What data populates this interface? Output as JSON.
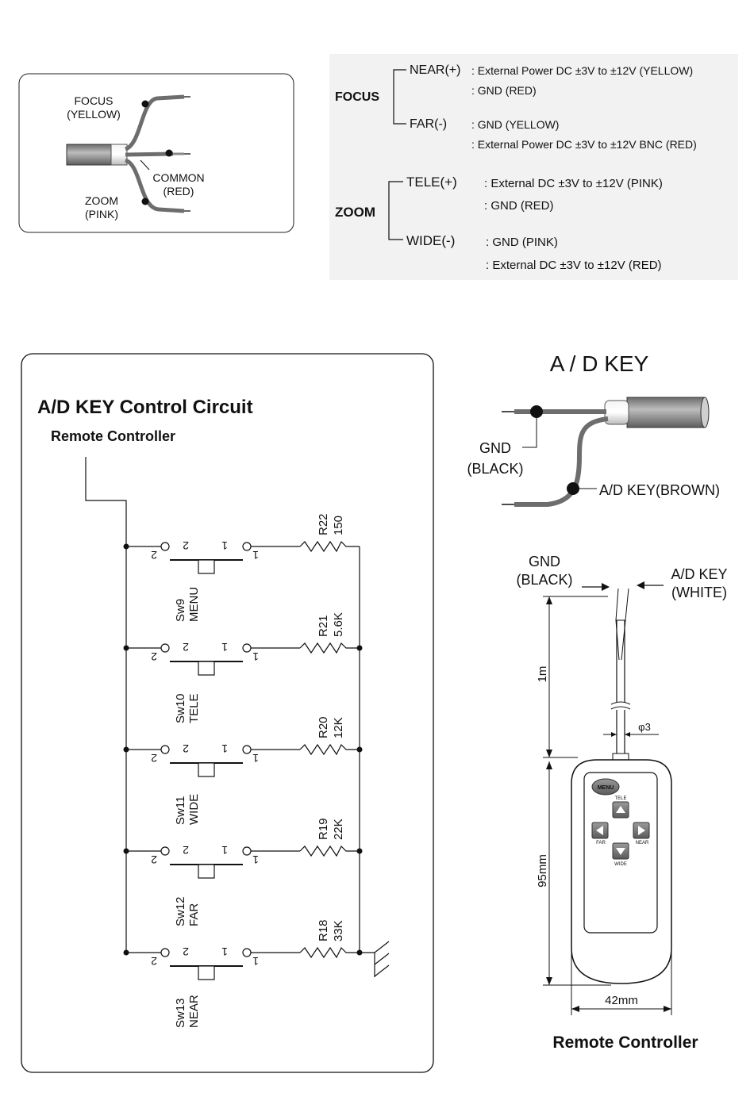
{
  "cable_panel": {
    "focus_label": "FOCUS",
    "focus_color": "(YELLOW)",
    "common_label": "COMMON",
    "common_color": "(RED)",
    "zoom_label": "ZOOM",
    "zoom_color": "(PINK)"
  },
  "wiring": {
    "focus": {
      "title": "FOCUS",
      "near_label": "NEAR(+)",
      "near_line1": ": External Power DC ±3V to ±12V (YELLOW)",
      "near_line2": ": GND (RED)",
      "far_label": "FAR(-)",
      "far_line1": ": GND (YELLOW)",
      "far_line2": ": External Power DC ±3V to ±12V BNC (RED)"
    },
    "zoom": {
      "title": "ZOOM",
      "tele_label": "TELE(+)",
      "tele_line1": ": External DC ±3V to ±12V (PINK)",
      "tele_line2": ": GND (RED)",
      "wide_label": "WIDE(-)",
      "wide_line1": ": GND (PINK)",
      "wide_line2": ": External DC ±3V to ±12V (RED)"
    }
  },
  "circuit": {
    "title": "A/D KEY Control Circuit",
    "subtitle": "Remote Controller",
    "pin2": "2",
    "pin1": "1",
    "rows": [
      {
        "sw": "Sw9",
        "name": "MENU",
        "r": "R22",
        "val": "150"
      },
      {
        "sw": "Sw10",
        "name": "TELE",
        "r": "R21",
        "val": "5.6K"
      },
      {
        "sw": "Sw11",
        "name": "WIDE",
        "r": "R20",
        "val": "12K"
      },
      {
        "sw": "Sw12",
        "name": "FAR",
        "r": "R19",
        "val": "22K"
      },
      {
        "sw": "Sw13",
        "name": "NEAR",
        "r": "R18",
        "val": "33K"
      }
    ]
  },
  "adkey": {
    "title": "A / D KEY",
    "gnd_label": "GND",
    "gnd_color": "(BLACK)",
    "key_label": "A/D KEY(BROWN)"
  },
  "remote": {
    "gnd_label": "GND",
    "gnd_color": "(BLACK)",
    "key_label": "A/D KEY",
    "key_color": "(WHITE)",
    "cable_length": "1m",
    "diameter": "φ3",
    "height": "95mm",
    "width": "42mm",
    "btn_menu": "MENU",
    "btn_tele": "TELE",
    "btn_far": "FAR",
    "btn_near": "NEAR",
    "btn_wide": "WIDE",
    "caption": "Remote Controller"
  },
  "colors": {
    "line": "#111111",
    "cable_gray": "#8a8a8a",
    "panel_gray": "#e9e9e9"
  }
}
